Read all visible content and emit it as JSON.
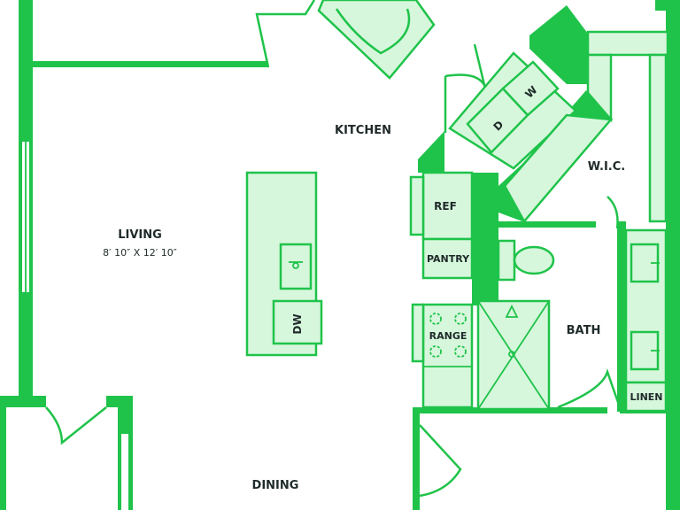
{
  "colors": {
    "wall": "#1fc34a",
    "fixture_fill": "#d6f7dc",
    "label": "#1f2a2a"
  },
  "rooms": {
    "kitchen": "KITCHEN",
    "living": "LIVING",
    "living_dimensions": "8′ 10″ X 12′ 10″",
    "wic": "W.I.C.",
    "bath": "BATH",
    "dining": "DINING"
  },
  "fixtures": {
    "ref": "REF",
    "pantry": "PANTRY",
    "range": "RANGE",
    "dw_island": "DW",
    "linen": "LINEN",
    "washer": "W",
    "dryer": "D"
  }
}
